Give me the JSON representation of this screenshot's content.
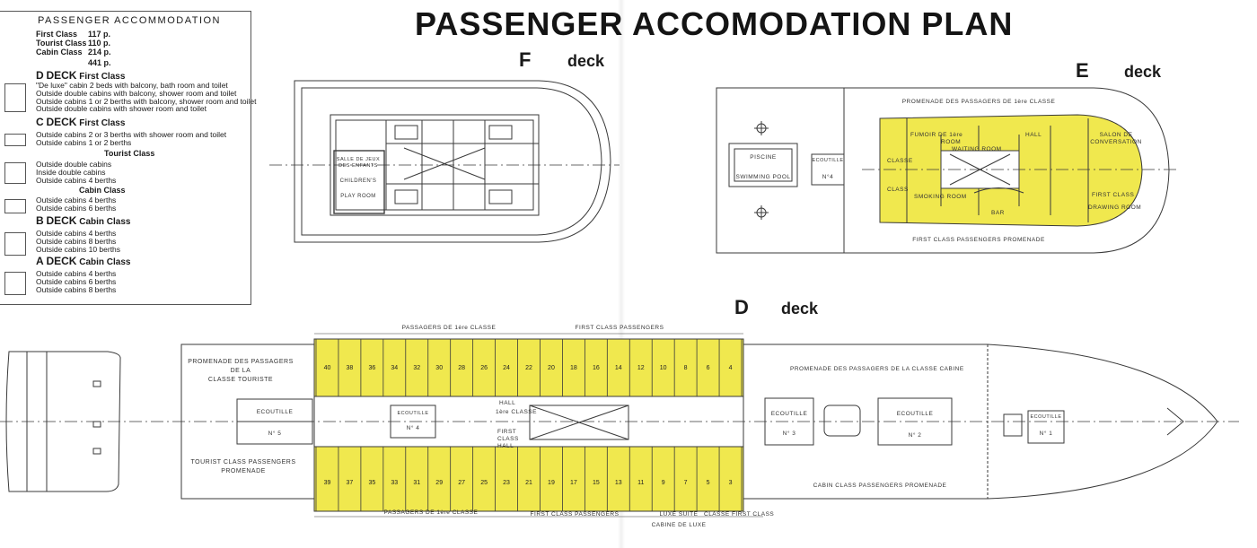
{
  "title": "PASSENGER ACCOMODATION PLAN",
  "colors": {
    "first_class_fill": "#f0e84e",
    "line": "#3a3a3a",
    "text": "#1a1a1a"
  },
  "legend": {
    "title": "PASSENGER ACCOMMODATION",
    "capacity": [
      {
        "label": "First Class",
        "value": "117 p."
      },
      {
        "label": "Tourist Class",
        "value": "110 p."
      },
      {
        "label": "Cabin Class",
        "value": "214 p."
      }
    ],
    "total": "441 p.",
    "d_deck": {
      "letter": "D",
      "word": "DECK",
      "cls": "First Class",
      "lines": [
        "\"De luxe\" cabin 2 beds with balcony, bath room and toilet",
        "Outside double cabins with balcony, shower room and toilet",
        "Outside cabins 1 or 2 berths with balcony, shower room and toilet",
        "Outside double cabins with shower room and toilet"
      ]
    },
    "c_deck": {
      "letter": "C",
      "word": "DECK",
      "cls": "First Class",
      "lines": [
        "Outside cabins 2 or 3 berths with shower room and toilet",
        "Outside cabins 1 or 2 berths"
      ],
      "tourist_title": "Tourist Class",
      "tourist_lines": [
        "Outside double cabins",
        "Inside double cabins",
        "Outside cabins 4 berths"
      ],
      "cabin_title": "Cabin Class",
      "cabin_lines": [
        "Outside cabins 4 berths",
        "Outside cabins 6 berths"
      ]
    },
    "b_deck": {
      "letter": "B",
      "word": "DECK",
      "cls": "Cabin Class",
      "lines": [
        "Outside cabins 4 berths",
        "Outside cabins 8 berths",
        "Outside cabins 10 berths"
      ]
    },
    "a_deck": {
      "letter": "A",
      "word": "DECK",
      "cls": "Cabin Class",
      "lines": [
        "Outside cabins 4 berths",
        "Outside cabins 6 berths",
        "Outside cabins 8 berths"
      ]
    }
  },
  "f_deck": {
    "letter": "F",
    "word": "deck",
    "labels": {
      "salle": "SALLE DE JEUX DES ENFANTS",
      "children": "CHILDREN'S",
      "play": "PLAY ROOM"
    }
  },
  "e_deck": {
    "letter": "E",
    "word": "deck",
    "labels": {
      "promenade_fr": "PROMENADE DES PASSAGERS DE 1ère CLASSE",
      "piscine": "PISCINE",
      "swimming": "SWIMMING POOL",
      "ecoutille": "ECOUTILLE",
      "no4": "N°4",
      "fumoir": "FUMOIR DE 1ère",
      "hall": "HALL",
      "salon": "SALON DE CONVERSATION",
      "room": "ROOM",
      "waiting": "WAITING ROOM",
      "classe": "CLASSE",
      "class": "CLASS",
      "smoking": "SMOKING ROOM",
      "bar": "BAR",
      "first_class": "FIRST CLASS",
      "drawing": "DRAWING ROOM",
      "promenade_en": "FIRST CLASS PASSENGERS PROMENADE"
    }
  },
  "d_deck": {
    "letter": "D",
    "word": "deck",
    "labels": {
      "top_fr": "PASSAGERS DE 1ère CLASSE",
      "top_en": "FIRST CLASS PASSENGERS",
      "tourist_prom_fr_1": "PROMENADE DES PASSAGERS",
      "tourist_prom_fr_2": "DE LA",
      "tourist_prom_fr_3": "CLASSE TOURISTE",
      "tourist_prom_en_1": "TOURIST CLASS PASSENGERS",
      "tourist_prom_en_2": "PROMENADE",
      "ecoutille": "ECOUTILLE",
      "no5": "N° 5",
      "ecoutille_small": "ECOUTILLE",
      "no4": "N° 4",
      "hall1": "HALL",
      "classe1": "1ère CLASSE",
      "first_class_hall": "FIRST CLASS HALL",
      "cabin_prom_fr": "PROMENADE DES PASSAGERS DE LA CLASSE CABINE",
      "no3": "N° 3",
      "no2": "N° 2",
      "no1": "N° 1",
      "cabin_prom_en": "CABIN CLASS PASSENGERS PROMENADE",
      "bottom_fr": "PASSAGERS DE 1ère CLASSE",
      "bottom_en": "FIRST CLASS PASSENGERS",
      "luxe_suite": "LUXE SUITE",
      "cabine_luxe": "CABINE DE LUXE",
      "classe_first": "CLASSE FIRST CLASS"
    },
    "cabin_numbers_top": [
      "40",
      "38",
      "36",
      "34",
      "32",
      "30",
      "28",
      "26",
      "24",
      "22",
      "20",
      "18",
      "16",
      "14",
      "12",
      "10",
      "8",
      "6",
      "4"
    ],
    "cabin_numbers_bottom": [
      "39",
      "37",
      "35",
      "33",
      "31",
      "29",
      "27",
      "25",
      "23",
      "21",
      "19",
      "17",
      "15",
      "13",
      "11",
      "9",
      "7",
      "5",
      "3"
    ]
  }
}
